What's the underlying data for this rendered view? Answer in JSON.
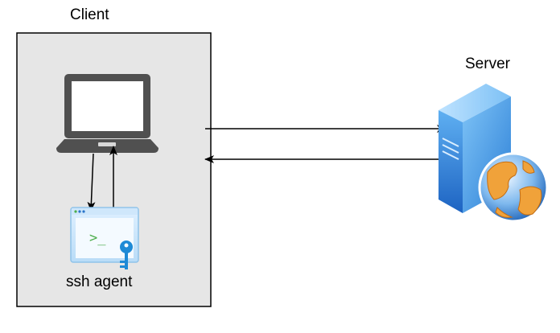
{
  "client": {
    "label": "Client",
    "panel_fill": "#e6e6e6"
  },
  "server": {
    "label": "Server",
    "icon": "web-server-globe-icon"
  },
  "agent": {
    "label": "ssh agent",
    "icon": "terminal-key-icon",
    "prompt_text": ">_"
  },
  "laptop": {
    "icon": "laptop-icon"
  },
  "colors": {
    "laptop": "#505050",
    "server_blue": "#2a74c9",
    "globe_orange": "#f0a23a",
    "key_blue": "#1e8ad6",
    "terminal_green": "#4cae4c",
    "stroke": "#000000"
  }
}
